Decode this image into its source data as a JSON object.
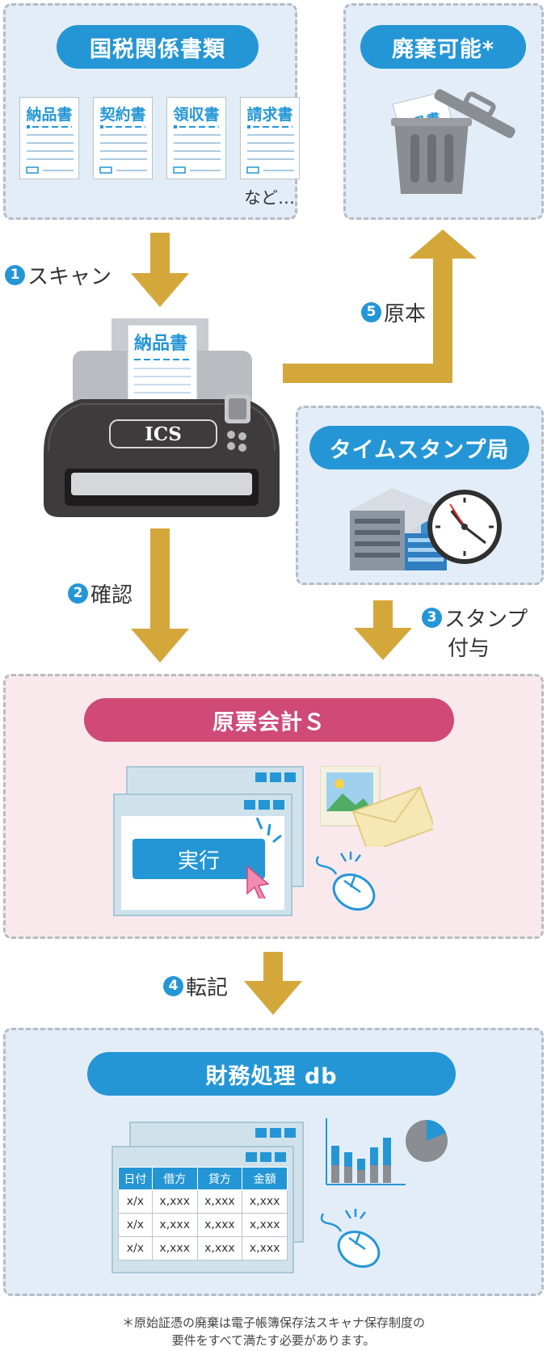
{
  "documents_panel": {
    "title": "国税関係書類",
    "docs": [
      "納品書",
      "契約書",
      "領収書",
      "請求書"
    ],
    "etc": "など…"
  },
  "disposal_panel": {
    "title": "廃棄可能*",
    "paper_label": "納品書"
  },
  "scanner": {
    "paper_label": "納品書",
    "brand": "ICS"
  },
  "timestamp_panel": {
    "title": "タイムスタンプ局"
  },
  "genpyo_panel": {
    "title": "原票会計Ｓ",
    "exec_button": "実行"
  },
  "zaimu_panel": {
    "title": "財務処理 db",
    "table": {
      "headers": [
        "日付",
        "借方",
        "貸方",
        "金額"
      ],
      "rows": [
        [
          "x/x",
          "x,xxx",
          "x,xxx",
          "x,xxx"
        ],
        [
          "x/x",
          "x,xxx",
          "x,xxx",
          "x,xxx"
        ],
        [
          "x/x",
          "x,xxx",
          "x,xxx",
          "x,xxx"
        ]
      ]
    }
  },
  "steps": [
    {
      "num": "1",
      "label": "スキャン"
    },
    {
      "num": "2",
      "label": "確認"
    },
    {
      "num": "3",
      "label": "スタンプ",
      "label2": "付与"
    },
    {
      "num": "4",
      "label": "転記"
    },
    {
      "num": "5",
      "label": "原本"
    }
  ],
  "footnote": {
    "line1": "＊原始証憑の廃棄は電子帳簿保存法スキャナ保存制度の",
    "line2": "要件をすべて満たす必要があります。"
  },
  "colors": {
    "blue": "#2496d6",
    "pink": "#cf4a76",
    "arrow": "#d4a73b",
    "panel_blue": "#e3edf8",
    "panel_pink": "#f9e9ed"
  }
}
